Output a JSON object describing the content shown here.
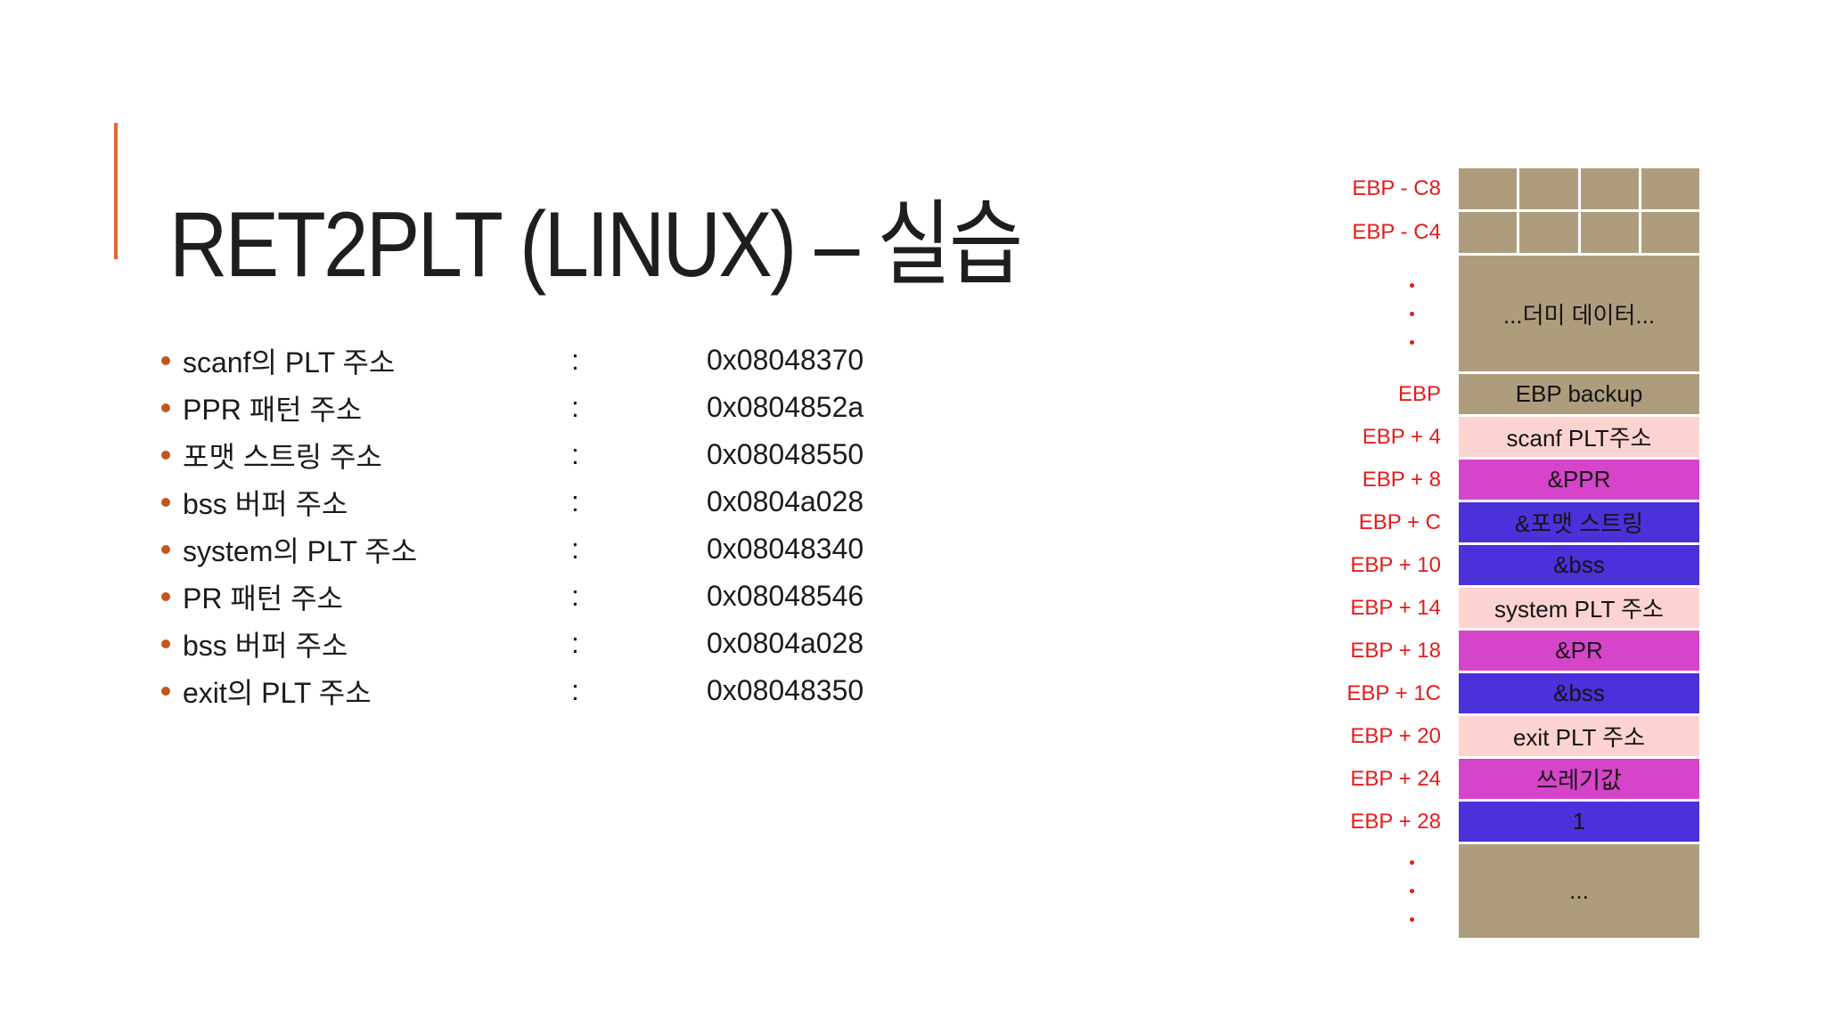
{
  "slide": {
    "title": "RET2PLT (LINUX) – 실습"
  },
  "address_list": [
    {
      "label": "scanf의 PLT 주소",
      "colon": ":",
      "value": "0x08048370"
    },
    {
      "label": "PPR 패턴 주소",
      "colon": ":",
      "value": "0x0804852a"
    },
    {
      "label": "포맷 스트링 주소",
      "colon": ":",
      "value": "0x08048550"
    },
    {
      "label": "bss 버퍼 주소",
      "colon": ":",
      "value": "0x0804a028"
    },
    {
      "label": "system의 PLT 주소",
      "colon": ":",
      "value": "0x08048340"
    },
    {
      "label": "PR 패턴 주소",
      "colon": ":",
      "value": "0x08048546"
    },
    {
      "label": "bss 버퍼 주소",
      "colon": ":",
      "value": "0x0804a028"
    },
    {
      "label": "exit의 PLT 주소",
      "colon": ":",
      "value": "0x08048350"
    }
  ],
  "stack_diagram": {
    "rows": [
      {
        "offset": "EBP - C8",
        "content": "",
        "fill": "tan",
        "kind": "grid4"
      },
      {
        "offset": "EBP - C4",
        "content": "",
        "fill": "tan",
        "kind": "grid4"
      },
      {
        "offset": "⋮",
        "content": "...더미 데이터...",
        "fill": "tan",
        "kind": "tall"
      },
      {
        "offset": "EBP",
        "content": "EBP backup",
        "fill": "tan",
        "kind": "cell"
      },
      {
        "offset": "EBP + 4",
        "content": "scanf PLT주소",
        "fill": "pink",
        "kind": "cell"
      },
      {
        "offset": "EBP + 8",
        "content": "&PPR",
        "fill": "magenta",
        "kind": "cell"
      },
      {
        "offset": "EBP + C",
        "content": "&포맷 스트링",
        "fill": "blue",
        "kind": "cell"
      },
      {
        "offset": "EBP + 10",
        "content": "&bss",
        "fill": "blue",
        "kind": "cell"
      },
      {
        "offset": "EBP + 14",
        "content": "system PLT 주소",
        "fill": "pink",
        "kind": "cell"
      },
      {
        "offset": "EBP + 18",
        "content": "&PR",
        "fill": "magenta",
        "kind": "cell"
      },
      {
        "offset": "EBP + 1C",
        "content": "&bss",
        "fill": "blue",
        "kind": "cell"
      },
      {
        "offset": "EBP + 20",
        "content": "exit PLT 주소",
        "fill": "pink",
        "kind": "cell"
      },
      {
        "offset": "EBP + 24",
        "content": "쓰레기값",
        "fill": "magenta",
        "kind": "cell"
      },
      {
        "offset": "EBP + 28",
        "content": "1",
        "fill": "blue",
        "kind": "cell"
      },
      {
        "offset": "⋮",
        "content": "...",
        "fill": "tan",
        "kind": "bottom"
      }
    ]
  },
  "colors": {
    "background": "#ffffff",
    "title_text": "#1e1e1e",
    "accent_bar_orange": "#e2662c",
    "bullet_orange": "#c2571c",
    "body_text": "#1b1b1b",
    "offset_label_red": "#e41c1c",
    "stack_tan": "#ae9d7d",
    "stack_pink": "#fcd3d1",
    "stack_magenta": "#d644c9",
    "stack_blue": "#4b31d9"
  }
}
